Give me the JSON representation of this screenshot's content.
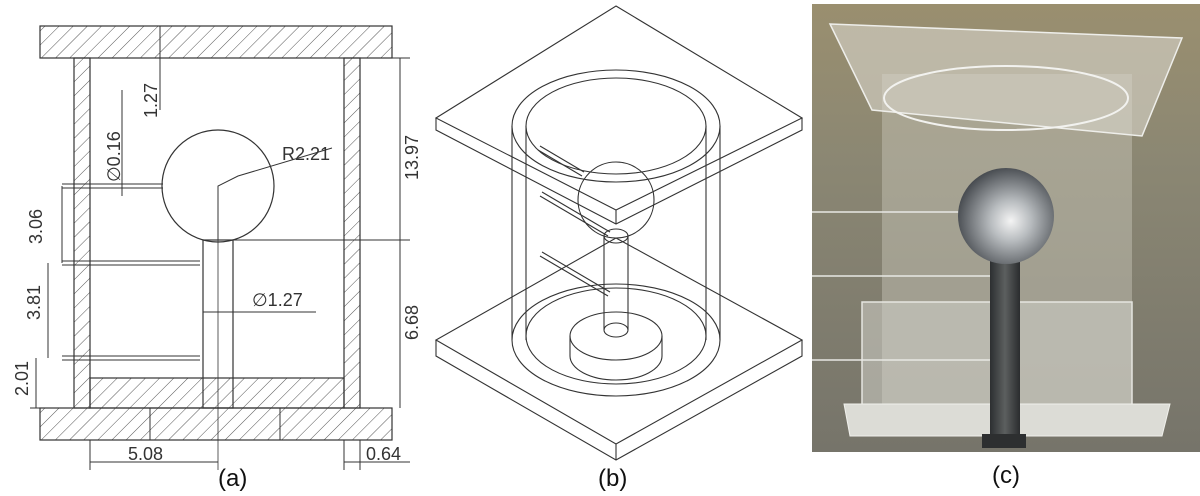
{
  "panels": {
    "a": {
      "caption": "(a)",
      "dimensions": {
        "top_gap": "1.27",
        "wire_dia": "∅0.16",
        "ball_radius": "R2.21",
        "total_height": "13.97",
        "wire_spacing_upper": "3.06",
        "wire_spacing_mid": "3.81",
        "wire_spacing_low": "2.01",
        "rod_dia": "∅1.27",
        "rod_height": "6.68",
        "inner_radius": "5.08",
        "wall_thickness": "0.64"
      }
    },
    "b": {
      "caption": "(b)"
    },
    "c": {
      "caption": "(c)"
    }
  },
  "colors": {
    "line": "#333333",
    "hatch": "#555555",
    "photo_bg": "#8a8270",
    "photo_wall": "#b9b6a8"
  }
}
